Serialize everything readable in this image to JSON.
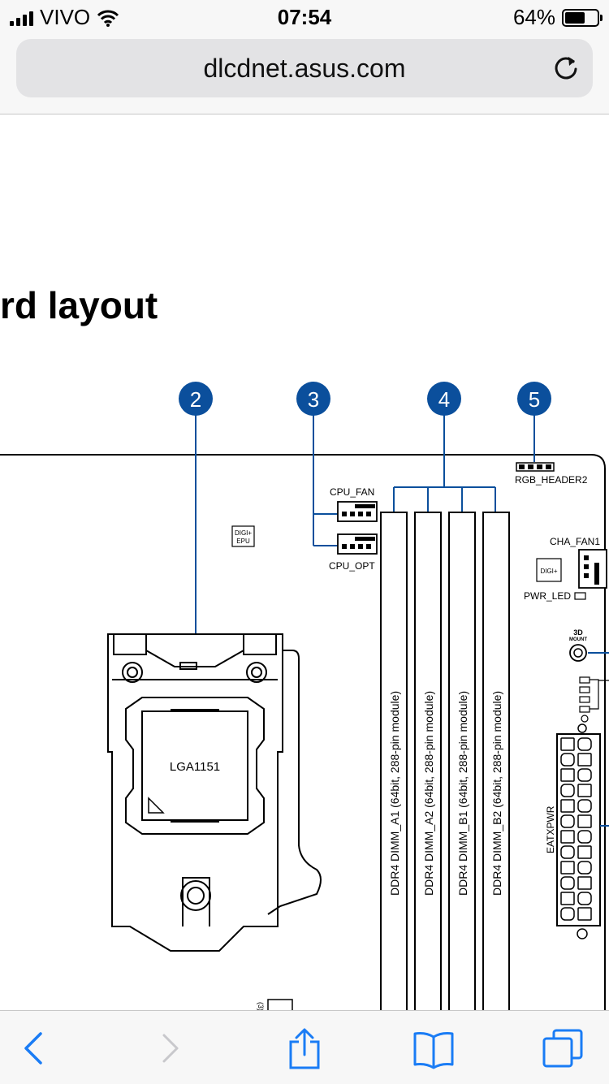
{
  "status_bar": {
    "carrier": "VIVO",
    "time": "07:54",
    "battery_percent": "64%",
    "battery_level": 0.64
  },
  "browser": {
    "url": "dlcdnet.asus.com"
  },
  "page": {
    "heading": "rd layout"
  },
  "diagram": {
    "callouts": [
      "2",
      "3",
      "4",
      "5"
    ],
    "labels": {
      "cpu_fan": "CPU_FAN",
      "cpu_opt": "CPU_OPT",
      "rgb_header": "RGB_HEADER2",
      "cha_fan": "CHA_FAN1",
      "pwr_led": "PWR_LED",
      "socket": "LGA1151",
      "eatxpwr": "EATXPWR",
      "digi_epu_1": "DIGI+",
      "digi_epu_2": "EPU",
      "digi": "DIGI+",
      "mount_1": "3D",
      "mount_2": "MOUNT"
    },
    "dimms": [
      "DDR4 DIMM_A1 (64bit, 288-pin module)",
      "DDR4 DIMM_A2 (64bit, 288-pin module)",
      "DDR4 DIMM_B1 (64bit, 288-pin module)",
      "DDR4 DIMM_B2 (64bit, 288-pin module)"
    ]
  },
  "colors": {
    "callout_blue": "#0b4f9c",
    "browser_blue": "#1a7cf5"
  }
}
